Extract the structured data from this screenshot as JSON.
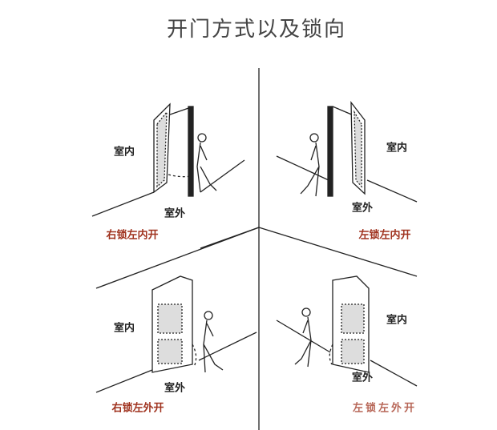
{
  "title": "开门方式以及锁向",
  "panels": [
    {
      "indoor": "室内",
      "outdoor": "室外",
      "caption": "右锁左内开"
    },
    {
      "indoor": "室内",
      "outdoor": "室外",
      "caption": "左锁左内开"
    },
    {
      "indoor": "室内",
      "outdoor": "室外",
      "caption": "右锁左外开"
    },
    {
      "indoor": "室内",
      "outdoor": "室外",
      "caption": "左锁左外开"
    }
  ],
  "colors": {
    "caption": "#a0331f",
    "line": "#222222"
  }
}
